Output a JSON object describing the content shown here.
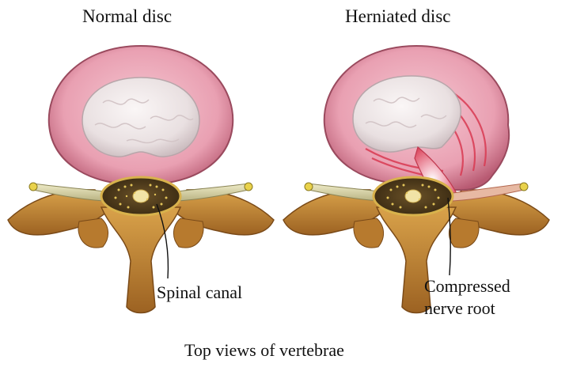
{
  "titles": {
    "normal": "Normal disc",
    "herniated": "Herniated disc"
  },
  "callouts": {
    "spinal_canal": "Spinal canal",
    "compressed_line1": "Compressed",
    "compressed_line2": "nerve root"
  },
  "caption": "Top views of vertebrae",
  "colors": {
    "annulus": "#e8a3b3",
    "nucleus": "#eee6e6",
    "bone": "#c98a35",
    "nerve": "#d7d2a6",
    "canal": "#4e3a1c",
    "inflamed": "#d93a52"
  }
}
